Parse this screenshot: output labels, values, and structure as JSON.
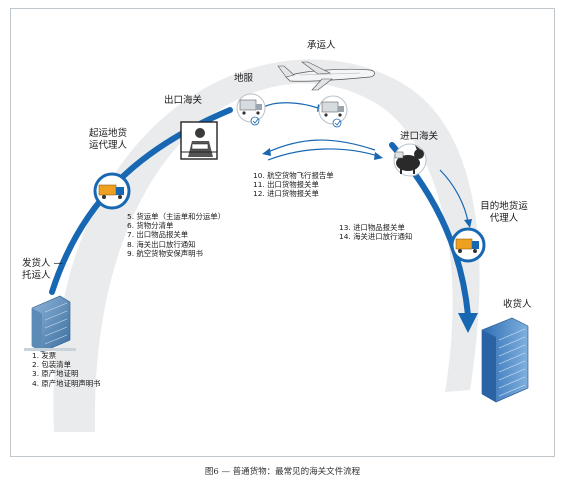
{
  "labels": {
    "carrier": "承运人",
    "ground_handler": "地服",
    "export_customs": "出口海关",
    "origin_agent": [
      "起运地货",
      "运代理人"
    ],
    "import_customs": "进口海关",
    "dest_agent": [
      "目的地货运",
      "代理人"
    ],
    "shipper": [
      "发货人 —",
      "托运人"
    ],
    "consignee": "收货人"
  },
  "docs": {
    "shipper": [
      "1. 发票",
      "2. 包装清单",
      "3. 原产地证明",
      "4. 原产地证明声明书"
    ],
    "origin_agent": [
      "5. 货运单（主运单和分运单）",
      "6. 货物分清单",
      "7. 出口物品报关单",
      "8. 海关出口放行通知",
      "9. 航空货物安保声明书"
    ],
    "carrier": [
      "10. 航空货物飞行报告单",
      "11. 出口货物报关单",
      "12. 进口货物报关单"
    ],
    "dest_agent": [
      "13. 进口物品报关单",
      "14. 海关进口放行通知"
    ]
  },
  "caption": "图6 — 普通货物：最常见的海关文件流程",
  "colors": {
    "arc": "#e9ebed",
    "arrow": "#1767b2",
    "border": "#bfc6cc"
  },
  "icons": [
    "office-building-icon",
    "truck-icon",
    "customs-officer-icon",
    "cargo-loader-icon",
    "airplane-icon",
    "customs-dog-icon",
    "warehouse-building-icon"
  ]
}
